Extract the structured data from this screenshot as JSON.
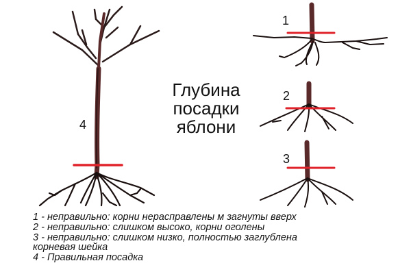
{
  "title": {
    "line1": "Глубина",
    "line2": "посадки",
    "line3": "яблони"
  },
  "figures": [
    {
      "number": "1",
      "meaning": "incorrect: roots not spread and bent upward"
    },
    {
      "number": "2",
      "meaning": "incorrect: too high, roots exposed"
    },
    {
      "number": "3",
      "meaning": "incorrect: too low, root collar fully buried"
    },
    {
      "number": "4",
      "meaning": "correct planting"
    }
  ],
  "labels": {
    "n1": "1",
    "n2": "2",
    "n3": "3",
    "n4": "4"
  },
  "legend": {
    "line1": "1 - неправильно: корни нерасправлены м загнуты вверх",
    "line2": "2 - неправильно: слишком высоко, корни оголены",
    "line3": "3 - неправильно: слишком низко, полностью заглублена",
    "line4": "корневая шейка",
    "line5": "4 - Правильная посадка"
  },
  "colors": {
    "ground_line": "#e0232b",
    "trunk": "#5a2a2a",
    "roots": "#1a0f0f",
    "text": "#111111"
  }
}
